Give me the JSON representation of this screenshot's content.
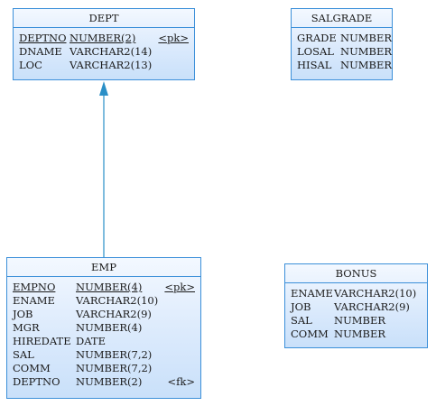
{
  "entities": {
    "dept": {
      "title": "DEPT",
      "columns": [
        {
          "name": "DEPTNO",
          "type": "NUMBER(2)",
          "key": "<pk>",
          "primary": true
        },
        {
          "name": "DNAME",
          "type": "VARCHAR2(14)",
          "key": ""
        },
        {
          "name": "LOC",
          "type": "VARCHAR2(13)",
          "key": ""
        }
      ]
    },
    "salgrade": {
      "title": "SALGRADE",
      "columns": [
        {
          "name": "GRADE",
          "type": "NUMBER",
          "key": ""
        },
        {
          "name": "LOSAL",
          "type": "NUMBER",
          "key": ""
        },
        {
          "name": "HISAL",
          "type": "NUMBER",
          "key": ""
        }
      ]
    },
    "emp": {
      "title": "EMP",
      "columns": [
        {
          "name": "EMPNO",
          "type": "NUMBER(4)",
          "key": "<pk>",
          "primary": true
        },
        {
          "name": "ENAME",
          "type": "VARCHAR2(10)",
          "key": ""
        },
        {
          "name": "JOB",
          "type": "VARCHAR2(9)",
          "key": ""
        },
        {
          "name": "MGR",
          "type": "NUMBER(4)",
          "key": ""
        },
        {
          "name": "HIREDATE",
          "type": "DATE",
          "key": ""
        },
        {
          "name": "SAL",
          "type": "NUMBER(7,2)",
          "key": ""
        },
        {
          "name": "COMM",
          "type": "NUMBER(7,2)",
          "key": ""
        },
        {
          "name": "DEPTNO",
          "type": "NUMBER(2)",
          "key": "<fk>"
        }
      ]
    },
    "bonus": {
      "title": "BONUS",
      "columns": [
        {
          "name": "ENAME",
          "type": "VARCHAR2(10)",
          "key": ""
        },
        {
          "name": "JOB",
          "type": "VARCHAR2(9)",
          "key": ""
        },
        {
          "name": "SAL",
          "type": "NUMBER",
          "key": ""
        },
        {
          "name": "COMM",
          "type": "NUMBER",
          "key": ""
        }
      ]
    }
  },
  "colors": {
    "border": "#3b8fd9",
    "relationship_line": "#2a8fc7"
  }
}
